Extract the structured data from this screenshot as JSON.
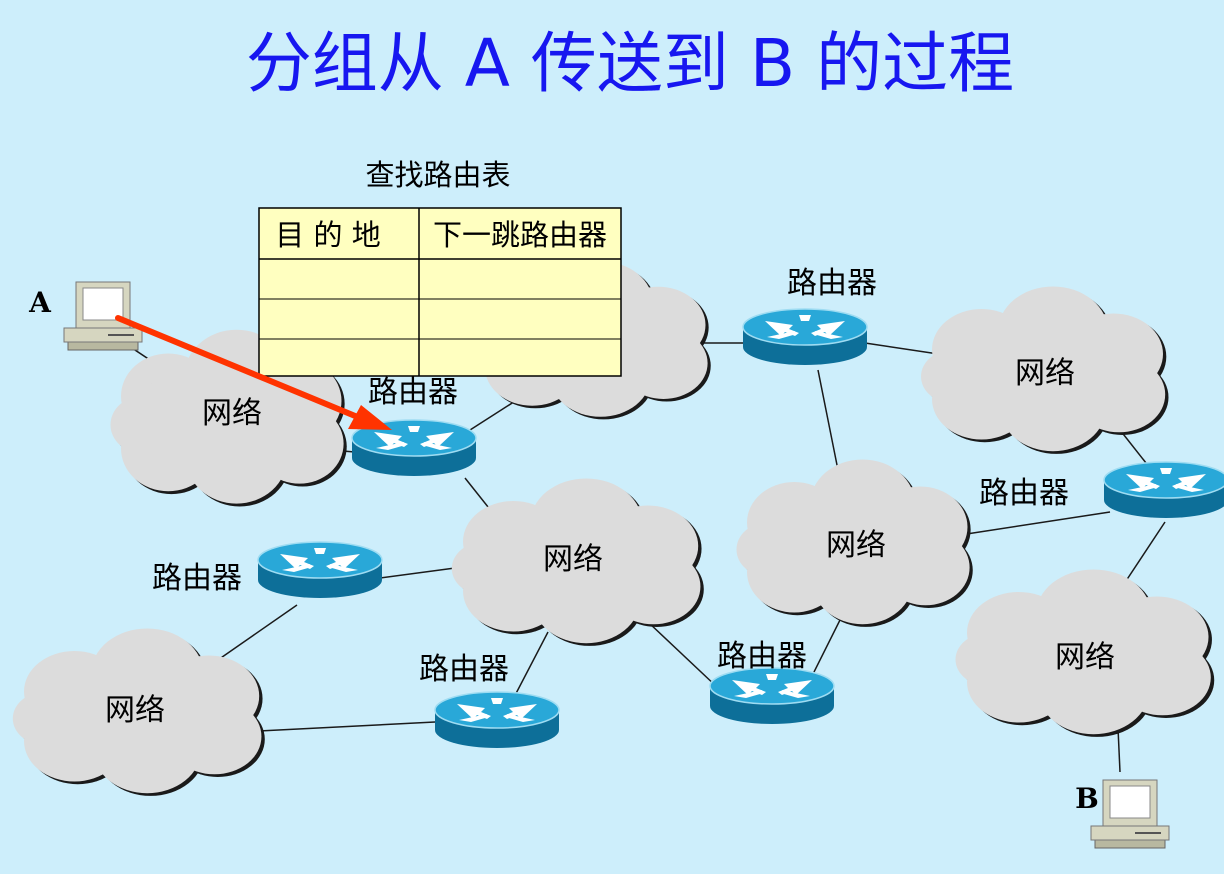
{
  "title": "分组从 A 传送到 B 的过程",
  "lookup_caption": "查找路由表",
  "routing_table": {
    "headers": [
      "目 的 地",
      "下一跳路由器"
    ],
    "rows": [
      [
        "",
        ""
      ],
      [
        "",
        ""
      ],
      [
        "",
        ""
      ]
    ]
  },
  "network_label": "网络",
  "router_label": "路由器",
  "host_a": "A",
  "host_b": "B",
  "colors": {
    "background": "#cdeefb",
    "title": "#1717f0",
    "table_fill": "#ffffc0",
    "router_body": "#1a8fbf",
    "cloud_fill": "#dcdcdc",
    "arrow": "#ff3300"
  }
}
